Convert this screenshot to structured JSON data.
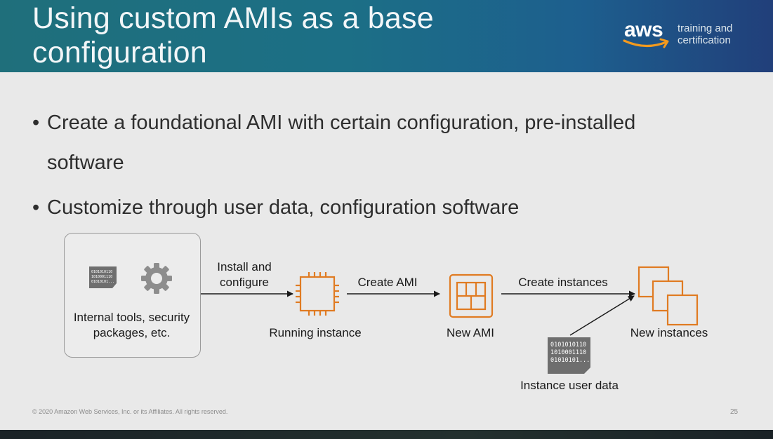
{
  "slide": {
    "title_line1": "Using custom AMIs as a base",
    "title_line2": "configuration",
    "logo": {
      "word": "aws",
      "sub_line1": "training and",
      "sub_line2": "certification"
    },
    "bullets": [
      {
        "dot": "•",
        "line1": "Create a foundational AMI with certain configuration, pre-installed",
        "line2": "software"
      },
      {
        "dot": "•",
        "line1": "Customize through user data, configuration software"
      }
    ],
    "diagram": {
      "box_label_line1": "Internal tools, security",
      "box_label_line2": "packages, etc.",
      "binary_small": [
        "0101010110",
        "1010001110",
        "01010101..."
      ],
      "arrow1_line1": "Install and",
      "arrow1_line2": "configure",
      "running_instance": "Running instance",
      "arrow2": "Create AMI",
      "new_ami": "New AMI",
      "arrow3": "Create instances",
      "new_instances": "New instances",
      "binary_user_data": [
        "0101010110",
        "1010001110",
        "01010101..."
      ],
      "user_data_label": "Instance user data",
      "colors": {
        "orange": "#e07b22",
        "doc_gray": "#6e6e6e",
        "arrow": "#1a1a1a"
      }
    },
    "footer": "© 2020 Amazon Web Services, Inc. or its Affiliates. All rights reserved.",
    "page_number": "25"
  }
}
